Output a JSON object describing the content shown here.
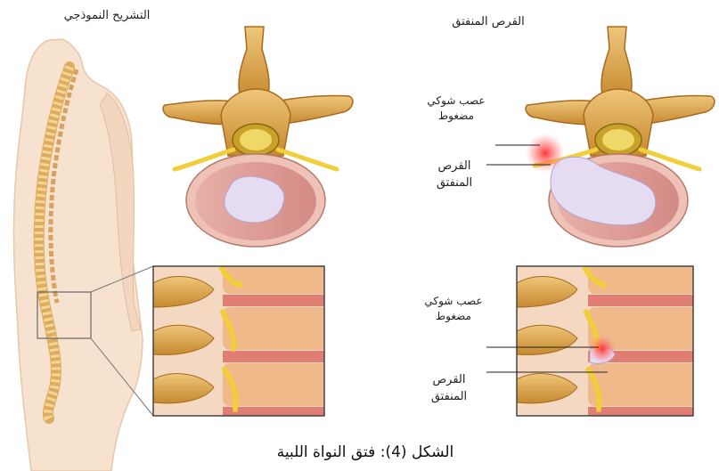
{
  "labels": {
    "normal_title": "التشريح النموذجي",
    "herniated_title": "القرص المنفتق",
    "pinched_nerve_top_1": "عصب شوكي",
    "pinched_nerve_top_2": "مضغوط",
    "herniated_disc_top_1": "القرص",
    "herniated_disc_top_2": "المنفتق",
    "pinched_nerve_bottom_1": "عصب شوكي",
    "pinched_nerve_bottom_2": "مضغوط",
    "herniated_disc_bottom_1": "القرص",
    "herniated_disc_bottom_2": "المنفتق"
  },
  "caption": "الشكل (4): فتق النواة اللبية",
  "colors": {
    "bone": "#d9a24a",
    "bone_dark": "#a86a1e",
    "disc_ring": "#e8a29a",
    "nucleus": "#e6dcf2",
    "nerve": "#f1cf3a",
    "inflammation": "#ff3b3b",
    "skin": "#f7e2cf",
    "frame": "#444444"
  }
}
